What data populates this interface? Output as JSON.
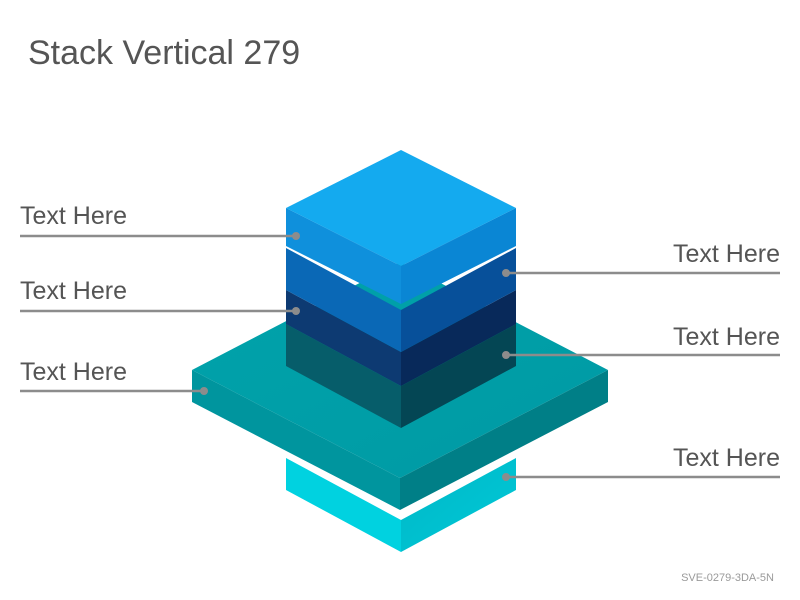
{
  "title": "Stack Vertical 279",
  "labels": {
    "left": [
      "Text Here",
      "Text Here",
      "Text Here"
    ],
    "right": [
      "Text Here",
      "Text Here",
      "Text Here"
    ]
  },
  "footer": "SVE-0279-3DA-5N",
  "colors": {
    "light_blue": "#12a8ee",
    "medium_blue": "#0a66b8",
    "dark_navy": "#0a2f63",
    "teal_slab": "#00a0a8",
    "cyan_base": "#00d4e0",
    "leader_line": "#8c8c8c"
  }
}
